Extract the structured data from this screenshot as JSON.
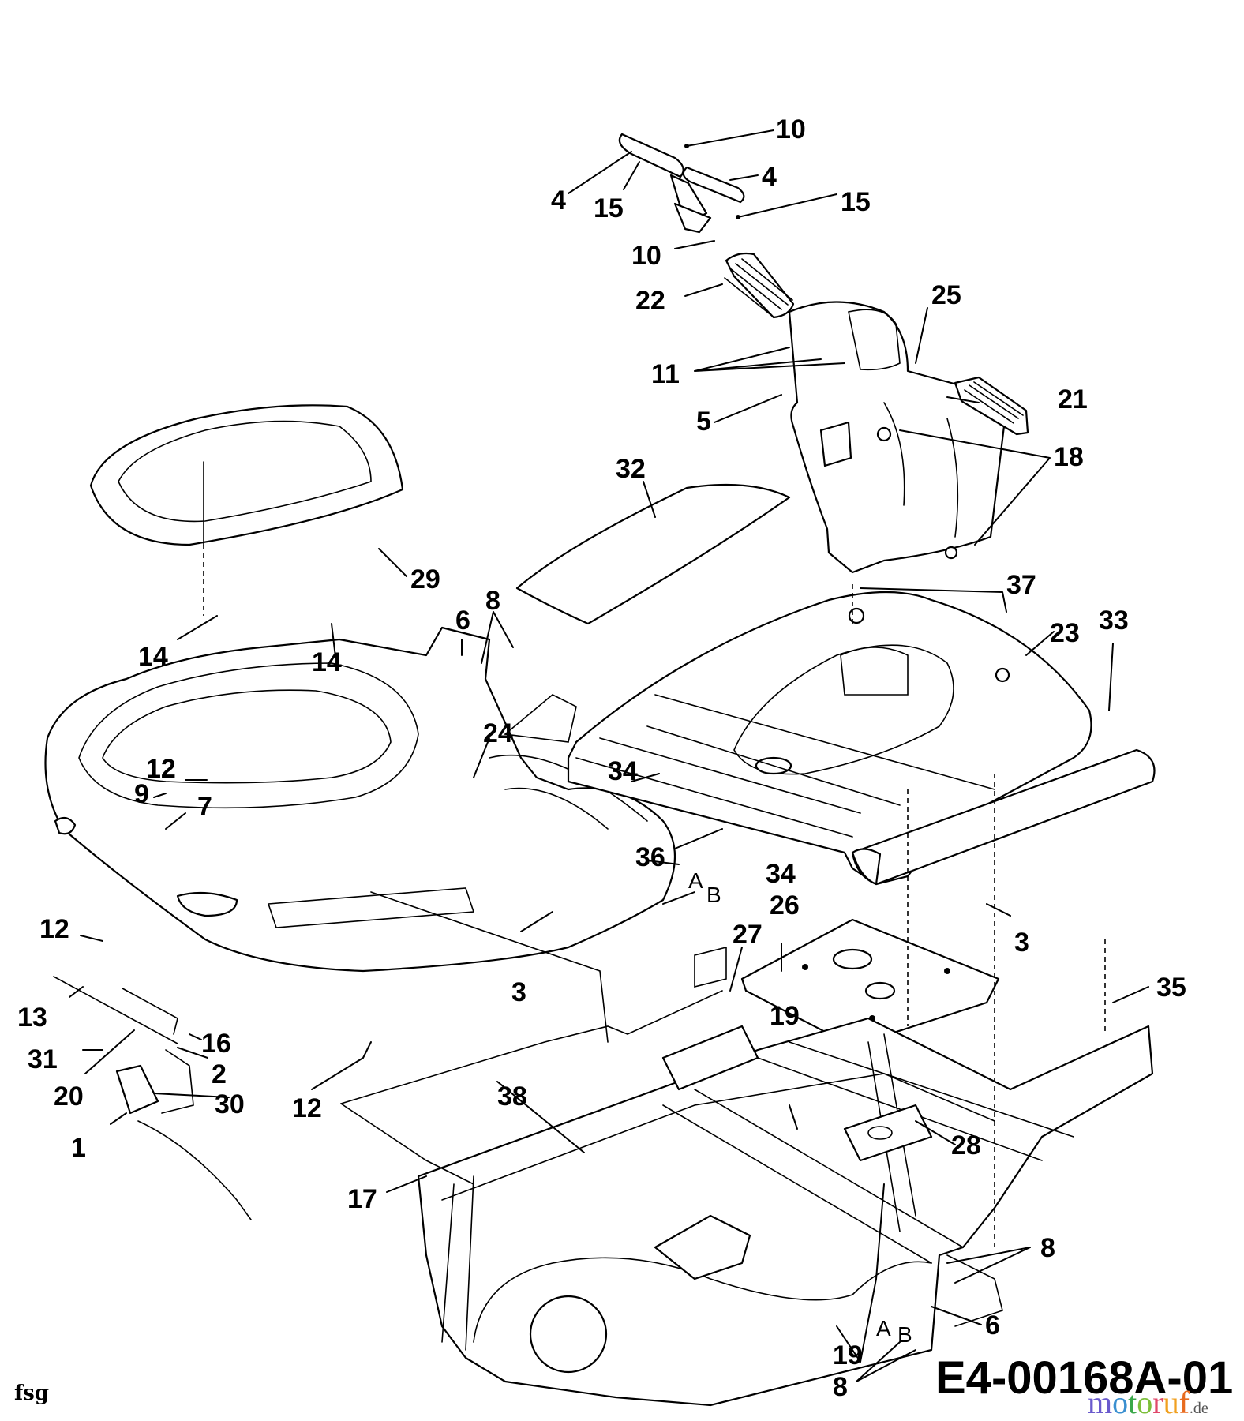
{
  "drawing_number": "E4-00168A-01",
  "corner_mark": "fsg",
  "watermark": {
    "letters": [
      "m",
      "o",
      "t",
      "o",
      "r",
      "u",
      "f"
    ],
    "colors": [
      "#6a5acd",
      "#3a8fd0",
      "#3aa84a",
      "#7cbf3a",
      "#e0486a",
      "#f0a020",
      "#e86b1f"
    ],
    "suffix": ".de"
  },
  "callouts": [
    {
      "id": "c10a",
      "text": "10"
    },
    {
      "id": "c4a",
      "text": "4"
    },
    {
      "id": "c4b",
      "text": "4"
    },
    {
      "id": "c15a",
      "text": "15"
    },
    {
      "id": "c15b",
      "text": "15"
    },
    {
      "id": "c10b",
      "text": "10"
    },
    {
      "id": "c22",
      "text": "22"
    },
    {
      "id": "c25",
      "text": "25"
    },
    {
      "id": "c11",
      "text": "11"
    },
    {
      "id": "c21",
      "text": "21"
    },
    {
      "id": "c5",
      "text": "5"
    },
    {
      "id": "c18",
      "text": "18"
    },
    {
      "id": "c32",
      "text": "32"
    },
    {
      "id": "c29",
      "text": "29"
    },
    {
      "id": "c8a",
      "text": "8"
    },
    {
      "id": "c6a",
      "text": "6"
    },
    {
      "id": "c37",
      "text": "37"
    },
    {
      "id": "c23",
      "text": "23"
    },
    {
      "id": "c33",
      "text": "33"
    },
    {
      "id": "c14a",
      "text": "14"
    },
    {
      "id": "c14b",
      "text": "14"
    },
    {
      "id": "c24",
      "text": "24"
    },
    {
      "id": "c12a",
      "text": "12"
    },
    {
      "id": "c9",
      "text": "9"
    },
    {
      "id": "c7",
      "text": "7"
    },
    {
      "id": "c34a",
      "text": "34"
    },
    {
      "id": "c34b",
      "text": "34"
    },
    {
      "id": "c36",
      "text": "36"
    },
    {
      "id": "cA1",
      "text": "A"
    },
    {
      "id": "cB1",
      "text": "B"
    },
    {
      "id": "c26",
      "text": "26"
    },
    {
      "id": "c27",
      "text": "27"
    },
    {
      "id": "c3a",
      "text": "3"
    },
    {
      "id": "c3b",
      "text": "3"
    },
    {
      "id": "c35",
      "text": "35"
    },
    {
      "id": "c12b",
      "text": "12"
    },
    {
      "id": "c13",
      "text": "13"
    },
    {
      "id": "c16",
      "text": "16"
    },
    {
      "id": "c31",
      "text": "31"
    },
    {
      "id": "c2",
      "text": "2"
    },
    {
      "id": "c20",
      "text": "20"
    },
    {
      "id": "c30",
      "text": "30"
    },
    {
      "id": "c12c",
      "text": "12"
    },
    {
      "id": "c38",
      "text": "38"
    },
    {
      "id": "c19a",
      "text": "19"
    },
    {
      "id": "c28",
      "text": "28"
    },
    {
      "id": "c1",
      "text": "1"
    },
    {
      "id": "c17",
      "text": "17"
    },
    {
      "id": "c8b",
      "text": "8"
    },
    {
      "id": "c6b",
      "text": "6"
    },
    {
      "id": "c19b",
      "text": "19"
    },
    {
      "id": "cA2",
      "text": "A"
    },
    {
      "id": "cB2",
      "text": "B"
    },
    {
      "id": "c8c",
      "text": "8"
    }
  ]
}
